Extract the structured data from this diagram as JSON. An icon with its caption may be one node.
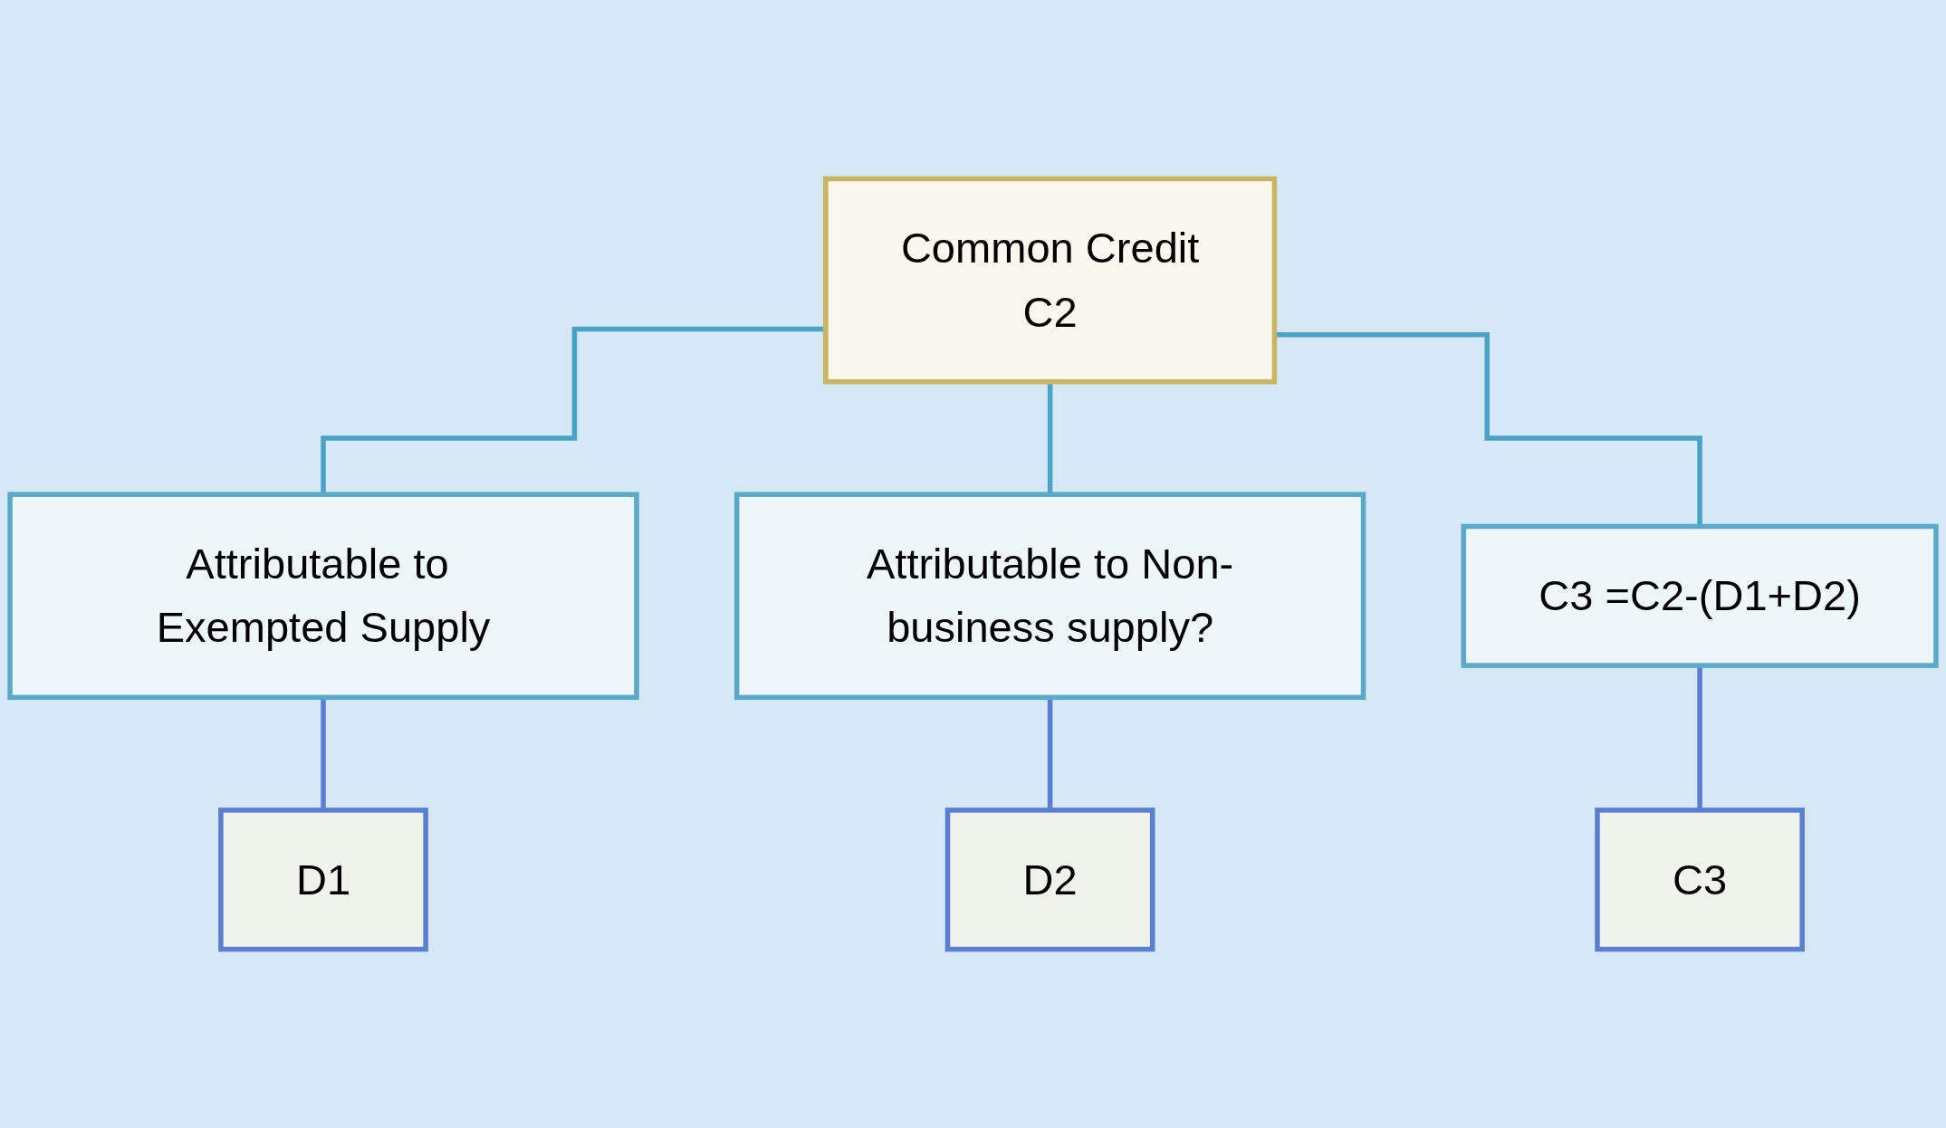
{
  "diagram": {
    "nodes": [
      {
        "text": [
          "Common Credit",
          "C2"
        ]
      },
      {
        "text": [
          "Attributable to Exempted Supply"
        ]
      },
      {
        "text": [
          "Attributable to Non-business supply?"
        ]
      },
      {
        "text": [
          "C3 =C2-(D1+D2)"
        ]
      },
      {
        "text": [
          "D1"
        ]
      },
      {
        "text": [
          "D2"
        ]
      },
      {
        "text": [
          "C3"
        ]
      }
    ],
    "edges": [
      {
        "from": 0,
        "to": 1,
        "arrow": "none"
      },
      {
        "from": 0,
        "to": 2,
        "arrow": "none"
      },
      {
        "from": 0,
        "to": 3,
        "arrow": "none"
      },
      {
        "from": 1,
        "to": 4,
        "arrow": "none",
        "color": "#5b7fd0"
      },
      {
        "from": 2,
        "to": 5,
        "arrow": "none",
        "color": "#5b7fd0"
      },
      {
        "from": 3,
        "to": 6,
        "arrow": "none",
        "color": "#5b7fd0"
      }
    ]
  }
}
